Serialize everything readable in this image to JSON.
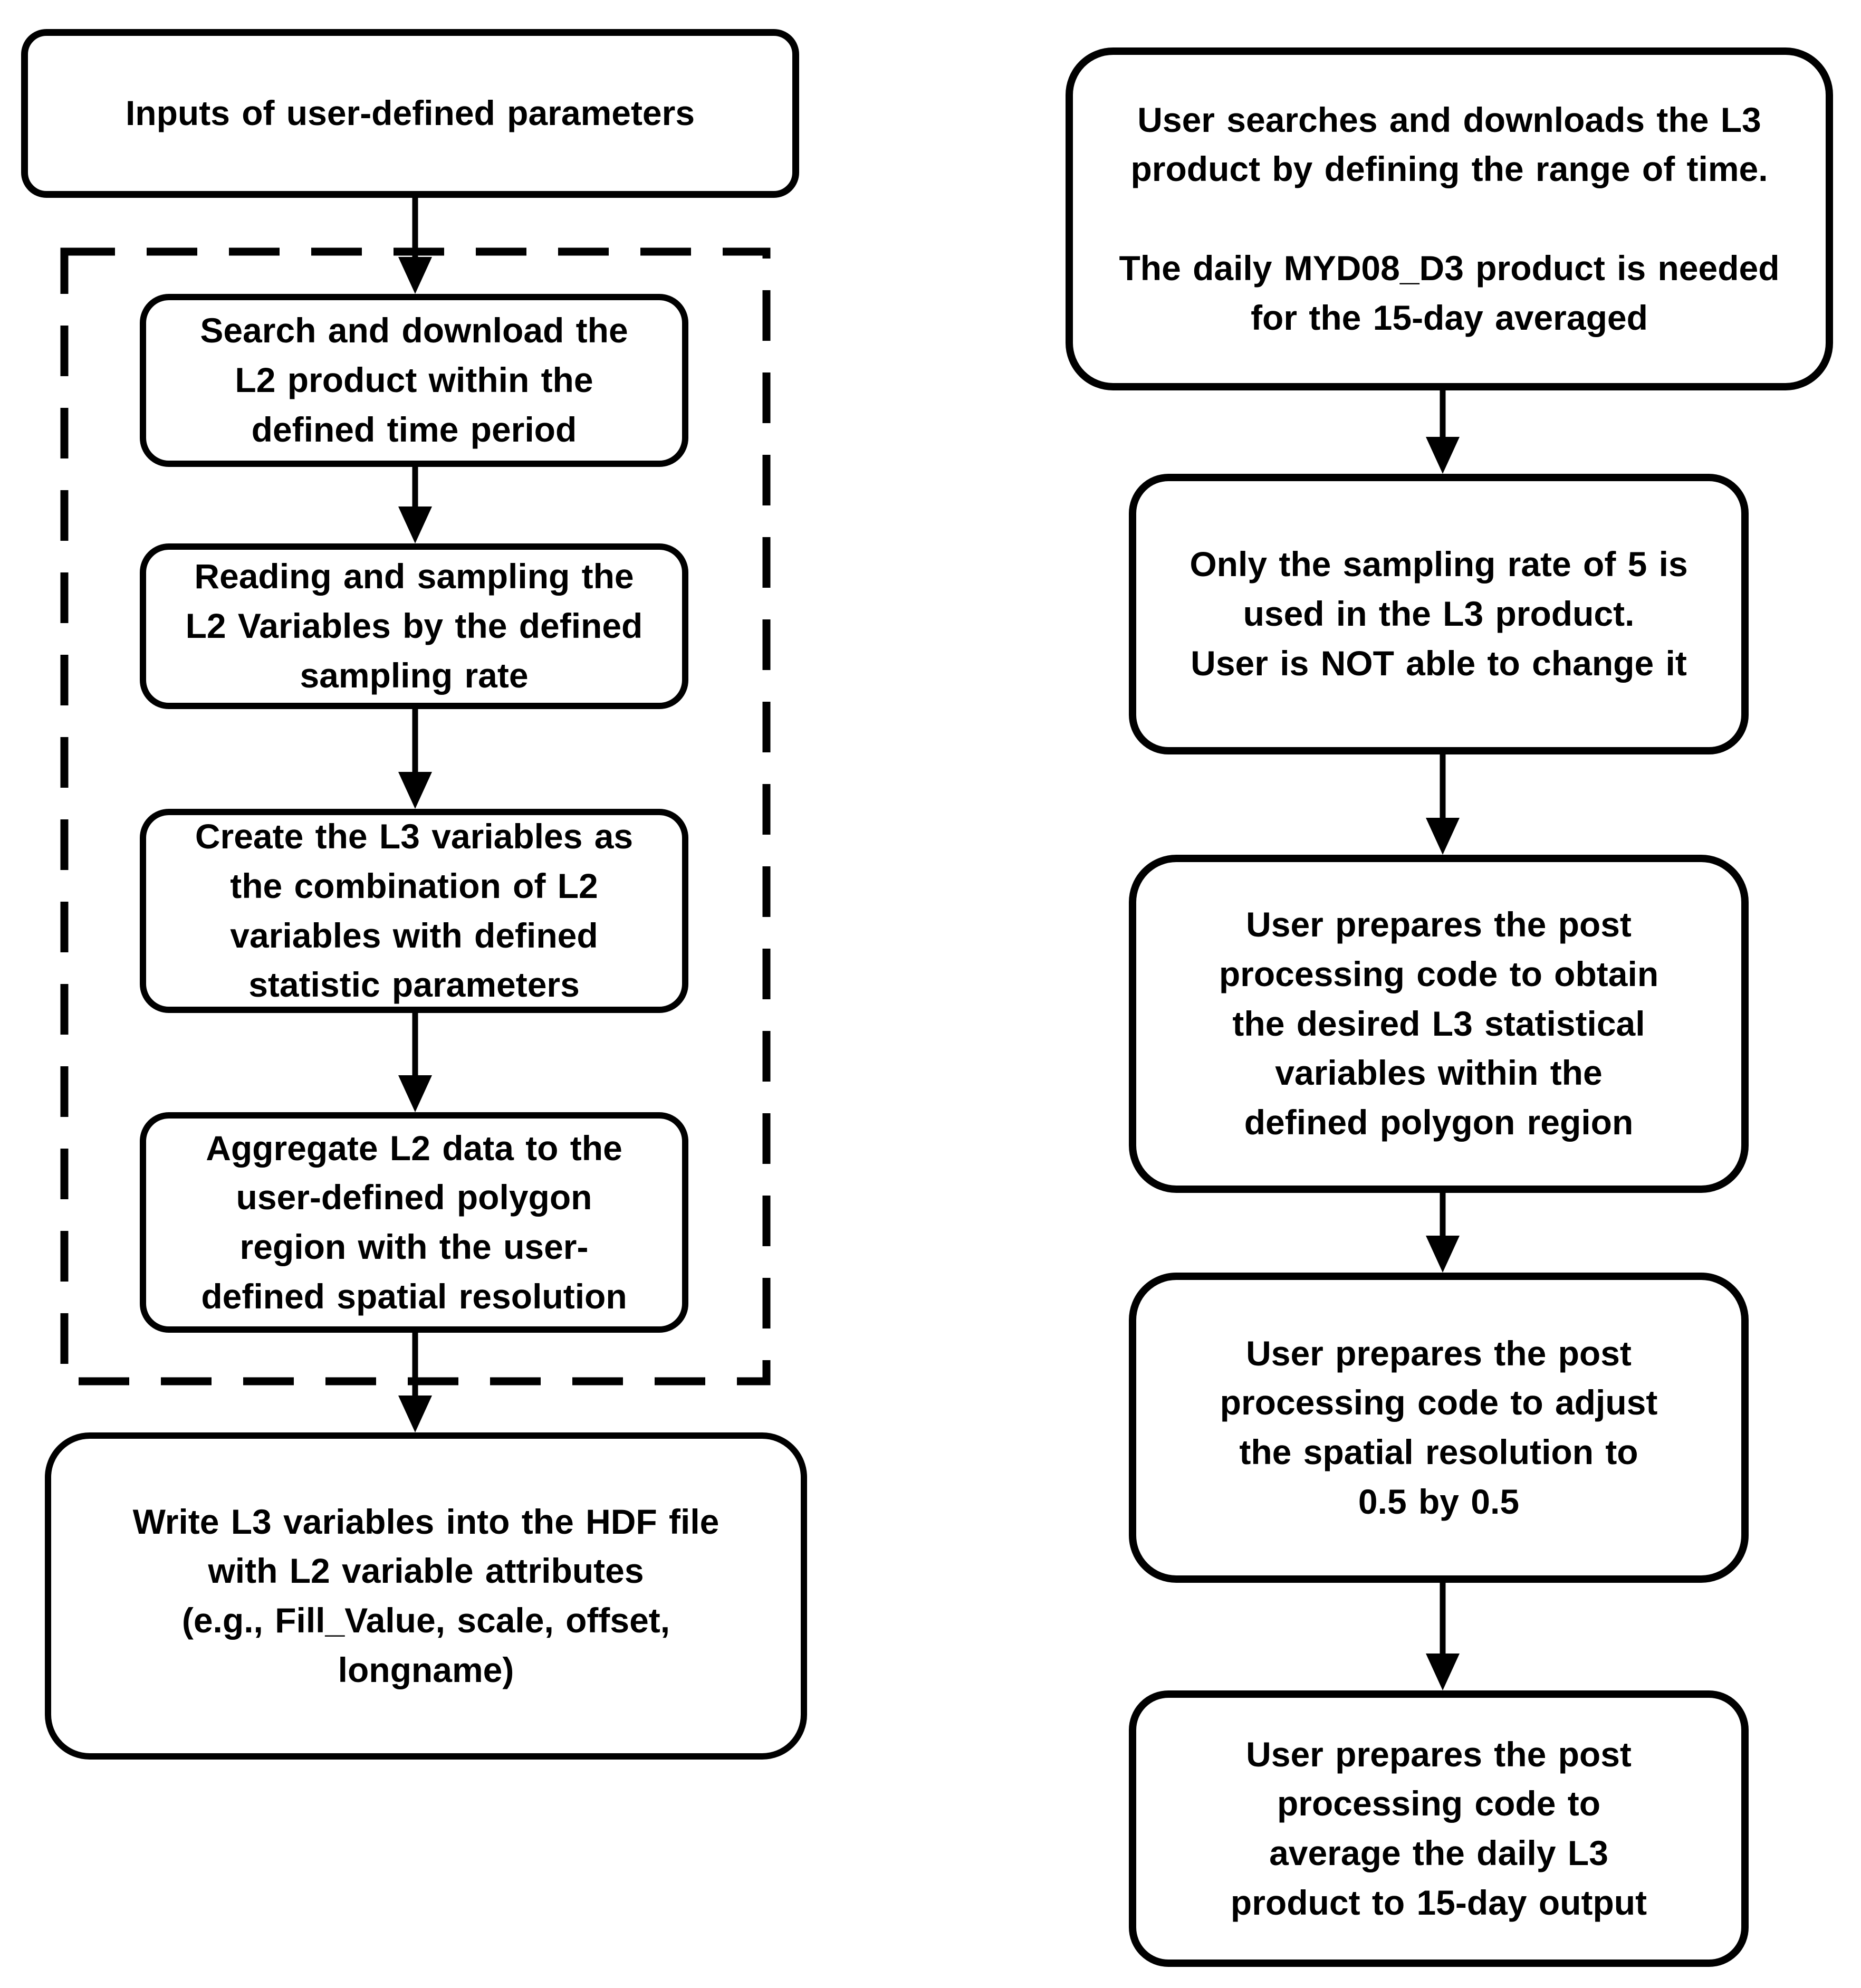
{
  "flowchart": {
    "left_column": {
      "inputs_box": "Inputs of user-defined parameters",
      "pipeline_steps": [
        "Search and download the\nL2 product within the\ndefined time period",
        "Reading and sampling the\nL2 Variables by the defined\nsampling rate",
        "Create the L3 variables as\nthe combination of L2\nvariables with defined\nstatistic parameters",
        "Aggregate L2 data to the\nuser-defined polygon\nregion with the user-\ndefined spatial resolution"
      ],
      "output_box": "Write L3 variables into the HDF file\nwith L2 variable attributes\n(e.g., Fill_Value, scale, offset,\nlongname)"
    },
    "right_column": {
      "steps": [
        "User searches and downloads the L3\nproduct by defining the range of time.\n\nThe daily MYD08_D3 product is needed\nfor the 15-day averaged",
        "Only the sampling rate of 5 is\nused in the L3 product.\nUser is NOT able to change it",
        "User prepares the post\nprocessing code to obtain\nthe desired L3 statistical\nvariables within the\ndefined polygon region",
        "User prepares the post\nprocessing code to adjust\nthe spatial resolution to\n0.5 by 0.5",
        "User prepares the post\nprocessing code to\naverage the daily L3\nproduct to 15-day output"
      ]
    },
    "colors": {
      "ink": "#000000",
      "background": "#ffffff"
    }
  }
}
